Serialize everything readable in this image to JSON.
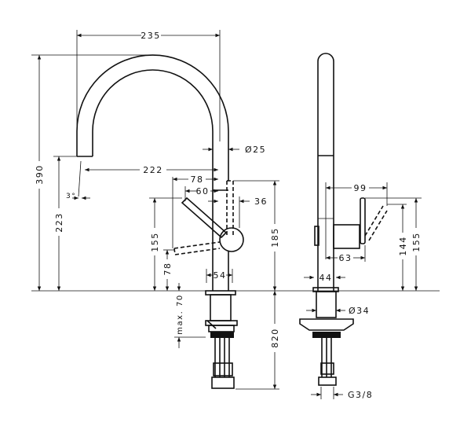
{
  "front_view": {
    "width_235": "235",
    "height_390": "390",
    "height_223": "223",
    "angle": "3°",
    "reach_222": "222",
    "dia_25": "Ø25",
    "lever_78": "78",
    "lever_60": "60",
    "lever_36": "36",
    "height_185": "185",
    "height_155": "155",
    "height_78": "78",
    "base_54": "54",
    "max_70": "max. 70",
    "depth_820": "820"
  },
  "side_view": {
    "lever_99": "99",
    "lever_63": "63",
    "height_144": "144",
    "height_155": "155",
    "base_44": "44",
    "dia_34": "Ø34",
    "thread": "G3/8"
  }
}
